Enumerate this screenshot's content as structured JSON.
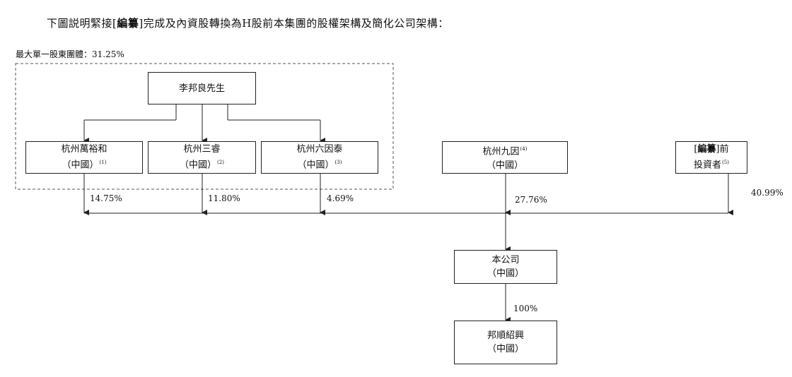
{
  "intro": {
    "before": "下圖説明緊接[",
    "bold": "編纂",
    "after": "]完成及內資股轉換為H股前本集團的股權架構及簡化公司架構："
  },
  "group_label": "最大單一股東團體：31.25%",
  "nodes": {
    "li": {
      "line1": "李邦良先生"
    },
    "wanyuhe": {
      "line1": "杭州萬裕和",
      "line2": "（中國）",
      "note": "(1)"
    },
    "sanrui": {
      "line1": "杭州三睿",
      "line2": "（中國）",
      "note": "(2)"
    },
    "liuyintai": {
      "line1": "杭州六因泰",
      "line2": "（中國）",
      "note": "(3)"
    },
    "jiuyin": {
      "line1": "杭州九因",
      "note": "(4)",
      "line2": "（中國）"
    },
    "pre_investors": {
      "line1_before": "[",
      "line1_bold": "編纂",
      "line1_after": "]前",
      "line2": "投資者",
      "note": "(5)"
    },
    "company": {
      "line1": "本公司",
      "line2": "（中國）"
    },
    "subsidiary": {
      "line1": "邦順紹興",
      "line2": "（中國）"
    }
  },
  "percentages": {
    "wanyuhe": "14.75%",
    "sanrui": "11.80%",
    "liuyintai": "4.69%",
    "jiuyin": "27.76%",
    "pre_investors": "40.99%",
    "company_to_subsidiary": "100%"
  },
  "colors": {
    "line": "#222222",
    "dashed": "#555555"
  }
}
